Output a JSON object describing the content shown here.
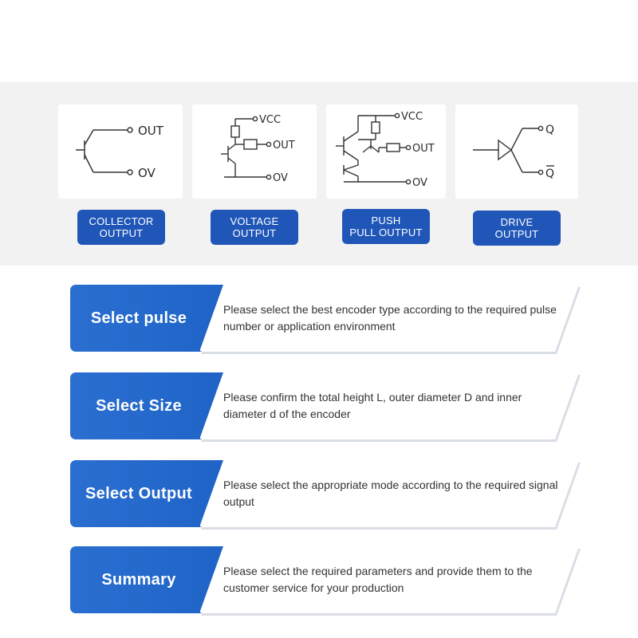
{
  "output_types": [
    {
      "label_line1": "COLLECTOR",
      "label_line2": "OUTPUT",
      "pins": [
        "OUT",
        "OV"
      ]
    },
    {
      "label_line1": "VOLTAGE",
      "label_line2": "OUTPUT",
      "pins": [
        "VCC",
        "OUT",
        "OV"
      ]
    },
    {
      "label_line1": "PUSH",
      "label_line2": "PULL OUTPUT",
      "pins": [
        "VCC",
        "OUT",
        "OV"
      ]
    },
    {
      "label_line1": "DRIVE",
      "label_line2": "OUTPUT",
      "pins": [
        "Q",
        "Q"
      ]
    }
  ],
  "steps": [
    {
      "title": "Select pulse",
      "desc": "Please select the best encoder type according to the required pulse number or application environment"
    },
    {
      "title": "Select Size",
      "desc": "Please confirm the total height L, outer diameter D and inner diameter d of the encoder"
    },
    {
      "title": "Select Output",
      "desc": "Please select the appropriate mode according to the required signal output"
    },
    {
      "title": "Summary",
      "desc": "Please select the required parameters and provide them to the customer service for your production"
    }
  ],
  "colors": {
    "accent": "#1f56b8",
    "band": "#f2f2f2"
  }
}
